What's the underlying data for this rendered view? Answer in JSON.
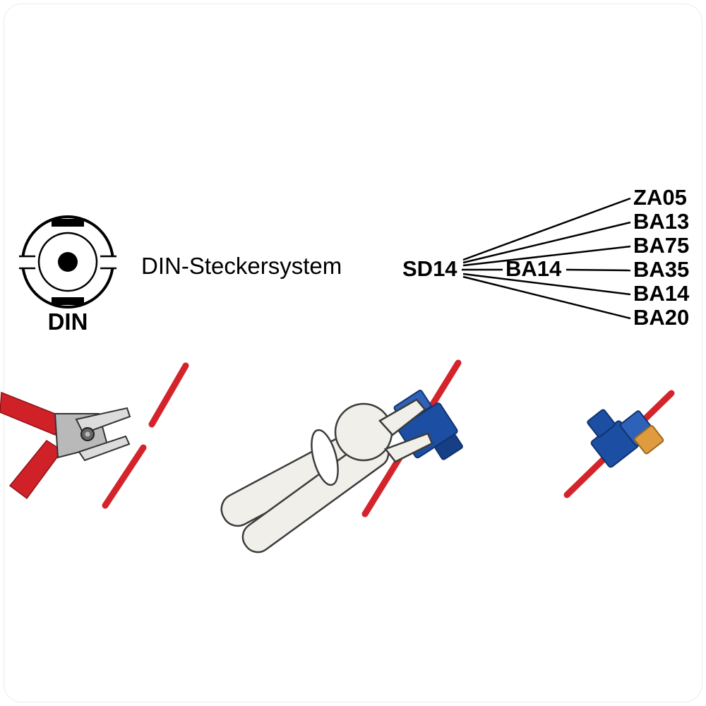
{
  "header": {
    "title": "DIN-Steckersystem"
  },
  "din_symbol": {
    "label": "DIN"
  },
  "compatibility_diagram": {
    "source": "SD14",
    "inline_label": "BA14",
    "targets": [
      "ZA05",
      "BA13",
      "BA75",
      "BA35",
      "BA14",
      "BA20"
    ]
  },
  "colors": {
    "diagram_line": "#000000",
    "wire_red": "#d4232a",
    "tool_handle_red": "#cf2127",
    "tool_metal_grey": "#c3c3c3",
    "pliers_body": "#f1efe9",
    "connector_blue": "#1c4fa3",
    "connector_blue_light": "#2e62b8",
    "connector_orange": "#df9b3d"
  },
  "illustration_icons": [
    "side-cutter-cutting-wire-icon",
    "water-pump-pliers-pressing-tap-connector-icon",
    "tap-connector-installed-on-wire-icon"
  ]
}
